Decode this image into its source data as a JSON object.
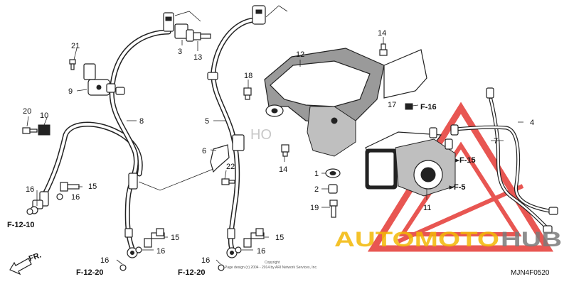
{
  "callouts": {
    "c1": "1",
    "c2": "2",
    "c3": "3",
    "c4": "4",
    "c5": "5",
    "c6": "6",
    "c7": "7",
    "c8": "8",
    "c9": "9",
    "c10": "10",
    "c11": "11",
    "c12": "12",
    "c13": "13",
    "c14a": "14",
    "c14b": "14",
    "c15a": "15",
    "c15b": "15",
    "c15c": "15",
    "c16a": "16",
    "c16b": "16",
    "c16c": "16",
    "c16d": "16",
    "c16e": "16",
    "c16f": "16",
    "c17": "17",
    "c18": "18",
    "c19": "19",
    "c20": "20",
    "c21": "21",
    "c22": "22"
  },
  "references": {
    "f1210": "F-12-10",
    "f1220a": "F-12-20",
    "f1220b": "F-12-20",
    "f16": "F-16",
    "f15": "F-15",
    "f5": "F-5"
  },
  "direction_label": "FR.",
  "copyright": {
    "line1": "Copyright",
    "line2": "Page design (c) 2004 - 2014 by ARI Network Services, Inc."
  },
  "diagram_code": "MJN4F0520",
  "watermark": {
    "part1": "AUTOMOTO",
    "part2": "HUB",
    "colors": {
      "orange": "#f2b705",
      "gray": "#7a7a7a",
      "red": "#e53935"
    }
  }
}
